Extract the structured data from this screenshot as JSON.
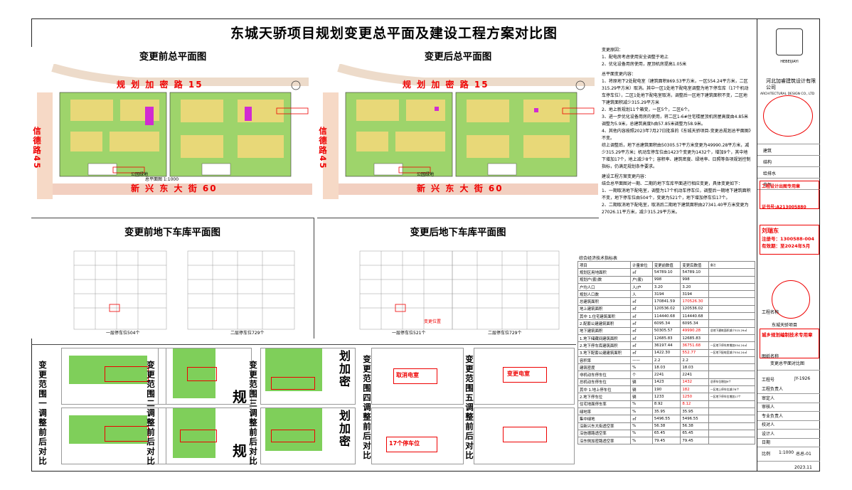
{
  "sheet": {
    "title": "东城天骄项目规划变更总平面及建设工程方案对比图"
  },
  "panels": {
    "before_site": "变更前总平面图",
    "after_site": "变更后总平面图",
    "before_garage": "变更前地下车库平面图",
    "after_garage": "变更后地下车库平面图"
  },
  "site_labels": {
    "north_road": "规 划 加 密 路 15",
    "west_road": "信德路45",
    "south_road": "新 兴 东 大 街 60",
    "park": "公园绿地",
    "scale_note": "总平面图 1:1000"
  },
  "garage_captions": {
    "b_level1": "一层停车位504个",
    "b_level2": "二层停车位729个",
    "a_level1": "一层停车位521个",
    "a_level2": "二层停车位729个",
    "change_loc": "变更位置"
  },
  "compare": {
    "c1": "变更范围一调整前后对比",
    "c2": "变更范围二调整前后对比",
    "c3": "变更范围三调整前后对比",
    "c4": "变更范围四调整前后对比",
    "c5": "变更范围五调整前后对比",
    "road_chars": "规",
    "road_vert": "划加密",
    "tag_cancel": "取消电室",
    "tag_change": "变更电室",
    "tag_cars": "17个停车位"
  },
  "notes": {
    "h1": "变更原因：",
    "r1": "1、配电房考虑使用安全调整于地上",
    "r2": "2、优化设备用房使用，屋顶机房提高1.05米",
    "h2": "总平面变更内容：",
    "t1": "1、将原地下2处配电室（建筑面积869.53平方米，一区554.24平方米，二区315.29平方米）取消。其中一区1处地下配电室调整为地下停车库（17个机动车停车位），二区1处地下配电室取消，调整后一区地下建筑面积不变，二区地下建筑面积减少315.29平方米",
    "t2": "2、地上新规划11个箱变，一区5个，二区6个。",
    "t3": "3、进一步优化设备用房的使用，将二区1-6#住宅楼屋顶机房屋高度由4.85米调整为5.9米，总建筑高度h由57.85米调整为58.9米。",
    "t4": "4、其他内容按照2023年7月27日批准的《东城天骄项目-变更总规划总平面图》不变。",
    "t5": "综上调整后，地下总建筑面积由50305.57平方米变更为49990.28平方米，减少315.29平方米；机动车停车位由1423个变更为1432个，增加9个，其中地下增加17个，地上减少8个；容积率、建筑密度、绿地率、日照等各项规划控制指标，仍满足规划条件要求。",
    "h3": "建设工程方案变更内容：",
    "t6": "结合总平面图对一期、二期的地下车库平面进行相应变更，具体变更如下：",
    "t7": "1、一期取消地下配电室，调整为17个机动车停车位，调整后一期地下建筑面积不变，地下停车位由504个，变更为521个，地下增加停车位17个。",
    "t8": "2、二期取消地下配电室，取消后二期地下建筑面积由27341.40平方米变更为27026.11平方米，减少315.29平方米。"
  },
  "table": {
    "caption": "综合经济技术指标表",
    "header": [
      "项目",
      "计量单位",
      "变更前数值",
      "变更后数值",
      "备注"
    ],
    "rows": [
      [
        "规划区用地面积",
        "㎡",
        "54789.10",
        "54789.10",
        ""
      ],
      [
        "规划户(套)数",
        "户(套)",
        "998",
        "998",
        ""
      ],
      [
        "户均人口",
        "人/户",
        "3.20",
        "3.20",
        ""
      ],
      [
        "规划人口数",
        "人",
        "3194",
        "3194",
        ""
      ],
      [
        "总建筑面积",
        "㎡",
        "170841.59",
        "170526.30",
        ""
      ],
      [
        "地上建筑面积",
        "㎡",
        "120536.02",
        "120536.02",
        ""
      ],
      [
        "其中 1.住宅建筑面积",
        "㎡",
        "114440.68",
        "114440.68",
        ""
      ],
      [
        "2.配套公建建筑面积",
        "㎡",
        "6095.34",
        "6095.34",
        ""
      ],
      [
        "地下建筑面积",
        "㎡",
        "50305.57",
        "49990.28",
        "总地下建筑面积减少315.29㎡"
      ],
      [
        "1.地下储藏间建筑面积",
        "㎡",
        "12685.83",
        "12685.83",
        ""
      ],
      [
        "2.地下停车库建筑面积",
        "㎡",
        "36197.44",
        "36751.68",
        "一区地下停车库增加554.24㎡"
      ],
      [
        "3.地下配套公建建筑面积",
        "㎡",
        "1422.30",
        "552.77",
        "一区地下配电室减少554.24㎡"
      ],
      [
        "容积率",
        "——",
        "2.2",
        "2.2",
        ""
      ],
      [
        "建筑密度",
        "%",
        "18.03",
        "18.03",
        ""
      ],
      [
        "非机动车停车位",
        "个",
        "2241",
        "2241",
        ""
      ],
      [
        "总机动车停车位",
        "辆",
        "1423",
        "1432",
        "总停车位增加9个"
      ],
      [
        "其中 1.地上停车位",
        "辆",
        "190",
        "182",
        "一区地上停车位减少8个"
      ],
      [
        "2.地下停车位",
        "辆",
        "1233",
        "1250",
        "一区地下停车位增加17个"
      ],
      [
        "住宅地面停车率",
        "%",
        "8.92",
        "8.12",
        ""
      ],
      [
        "绿地率",
        "%",
        "35.95",
        "35.95",
        ""
      ],
      [
        "集中绿地",
        "㎡",
        "5496.55",
        "5496.55",
        ""
      ],
      [
        "沿新兴东大街透空率",
        "%",
        "56.38",
        "56.38",
        ""
      ],
      [
        "沿信德路透空率",
        "%",
        "65.45",
        "65.45",
        ""
      ],
      [
        "沿东侧加密路透空率",
        "%",
        "79.45",
        "79.45",
        ""
      ]
    ]
  },
  "titleblock": {
    "logo_text": "HEBEIJIAYI",
    "company": "河北加睿建筑设计有限公司",
    "company_en": "ARCHITECTURAL DESIGN CO., LTD",
    "stamp1": "工程设计出图专用章",
    "stamp1_sub": "证书号:A213005880",
    "stamp2": "刘瑞东",
    "stamp2_no": "注册号：1300588-004",
    "stamp2_exp": "有效期：至2024年5月",
    "stamp3": "城乡规划编制技术专用章",
    "roles": [
      "建筑",
      "结构",
      "给排水",
      "电气"
    ],
    "project_label": "工程名称",
    "project_name": "东城天骄项目",
    "drawing_label": "图纸名称",
    "drawing_name": "变更总平面对比图",
    "proj_no_label": "工程号",
    "proj_no": "JY-1926",
    "sign_rows": [
      "工程负责人",
      "审定人",
      "审核人",
      "专业负责人",
      "校对人",
      "设计人",
      "日期"
    ],
    "scale_label": "比例",
    "scale": "1:1000",
    "sheet_no": "总总-01",
    "date": "2023.11"
  }
}
